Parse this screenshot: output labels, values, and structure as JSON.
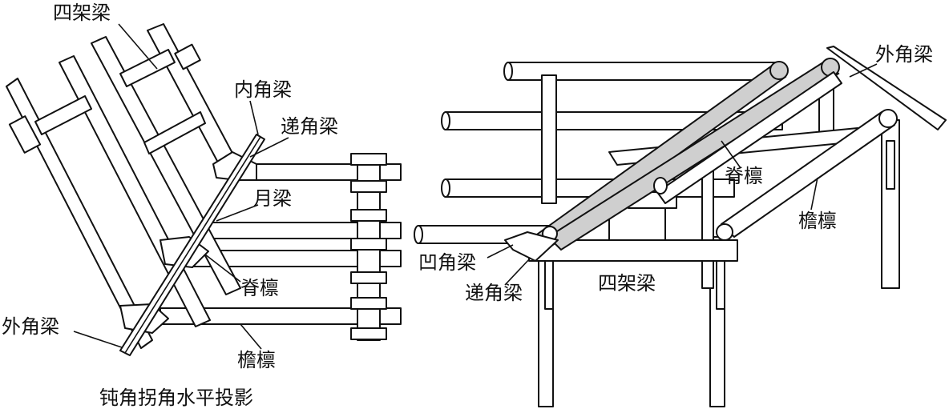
{
  "left_labels": {
    "si_jia_liang": "四架梁",
    "nei_jiao_liang": "内角梁",
    "di_jiao_liang": "递角梁",
    "yue_liang": "月梁",
    "ji_lin": "脊檩",
    "wai_jiao_liang": "外角梁",
    "yan_lin": "檐檩"
  },
  "left_caption": "钝角拐角水平投影",
  "right_labels": {
    "wai_jiao_liang": "外角梁",
    "ji_lin": "脊檩",
    "yan_lin": "檐檩",
    "ao_jiao_liang": "凹角梁",
    "di_jiao_liang": "递角梁",
    "si_jia_liang": "四架梁"
  },
  "colors": {
    "ink": "#111111",
    "paper": "#ffffff",
    "rafter_fill": "#cfcfcf"
  }
}
